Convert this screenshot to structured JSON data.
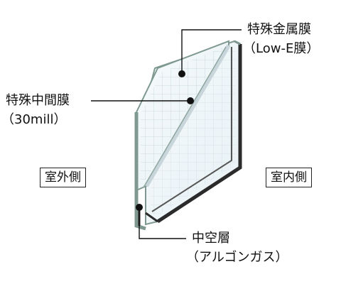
{
  "labels": {
    "metal_film": "特殊金属膜",
    "metal_film_sub": "（Low-E膜）",
    "interlayer": "特殊中間膜",
    "interlayer_sub": "（30mill）",
    "hollow_layer": "中空層",
    "hollow_layer_sub": "（アルゴンガス）",
    "outdoor": "室外側",
    "indoor": "室内側"
  },
  "colors": {
    "glass_fill": "#eef5f8",
    "glass_edge": "#7f9990",
    "frame": "#2b2b2b",
    "leader": "#111111"
  }
}
